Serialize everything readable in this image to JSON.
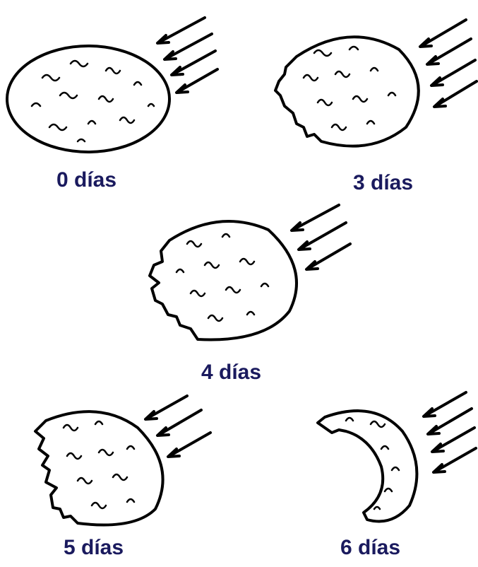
{
  "stages": [
    {
      "label": "0 días"
    },
    {
      "label": "3 días"
    },
    {
      "label": "4 días"
    },
    {
      "label": "5 días"
    },
    {
      "label": "6 días"
    }
  ],
  "colors": {
    "label": "#1a1a5e",
    "ink": "#000000"
  },
  "icons": [
    "arrow-icon"
  ]
}
